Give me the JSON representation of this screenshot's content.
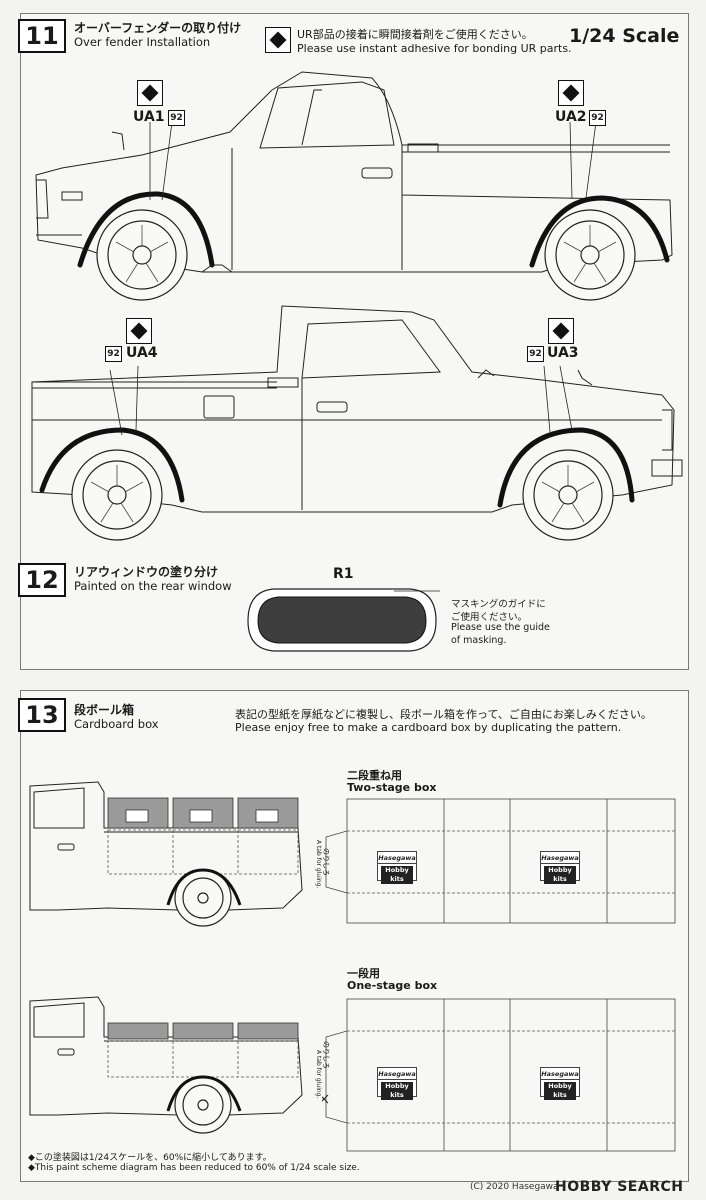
{
  "step11": {
    "number": "11",
    "title_jp": "オーバーフェンダーの取り付け",
    "title_en": "Over fender Installation",
    "note_jp": "UR部品の接着に瞬間接着剤をご使用ください。",
    "note_en": "Please use instant adhesive for bonding UR parts.",
    "scale": "1/24 Scale",
    "parts": [
      {
        "label": "UA1",
        "badge": "92"
      },
      {
        "label": "UA2",
        "badge": "92"
      },
      {
        "label": "UA4",
        "badge": "92"
      },
      {
        "label": "UA3",
        "badge": "92"
      }
    ]
  },
  "step12": {
    "number": "12",
    "title_jp": "リアウィンドウの塗り分け",
    "title_en": "Painted on the rear window",
    "part": "R1",
    "note_jp_1": "マスキングのガイドに",
    "note_jp_2": "ご使用ください。",
    "note_en_1": "Please use the guide",
    "note_en_2": "of masking."
  },
  "step13": {
    "number": "13",
    "title_jp": "段ボール箱",
    "title_en": "Cardboard box",
    "note_jp": "表記の型紙を厚紙などに複製し、段ボール箱を作って、ご自由にお楽しみください。",
    "note_en": "Please enjoy free to make a cardboard box by duplicating the pattern.",
    "two_stage_jp": "二段重ね用",
    "two_stage_en": "Two-stage box",
    "one_stage_jp": "一段用",
    "one_stage_en": "One-stage box",
    "glue_tab_jp": "のりしろ",
    "glue_tab_en": "A tab for gluing.",
    "brand_top": "Hasegawa",
    "brand_bottom": "Hobby kits",
    "footnote_jp": "◆この塗装図は1/24スケールを、60%に縮小してあります。",
    "footnote_en": "◆This paint scheme diagram has been reduced to 60% of 1/24 scale size."
  },
  "watermark": {
    "copyright": "(C) 2020 Hasegawa",
    "logo": "HOBBY SEARCH"
  }
}
